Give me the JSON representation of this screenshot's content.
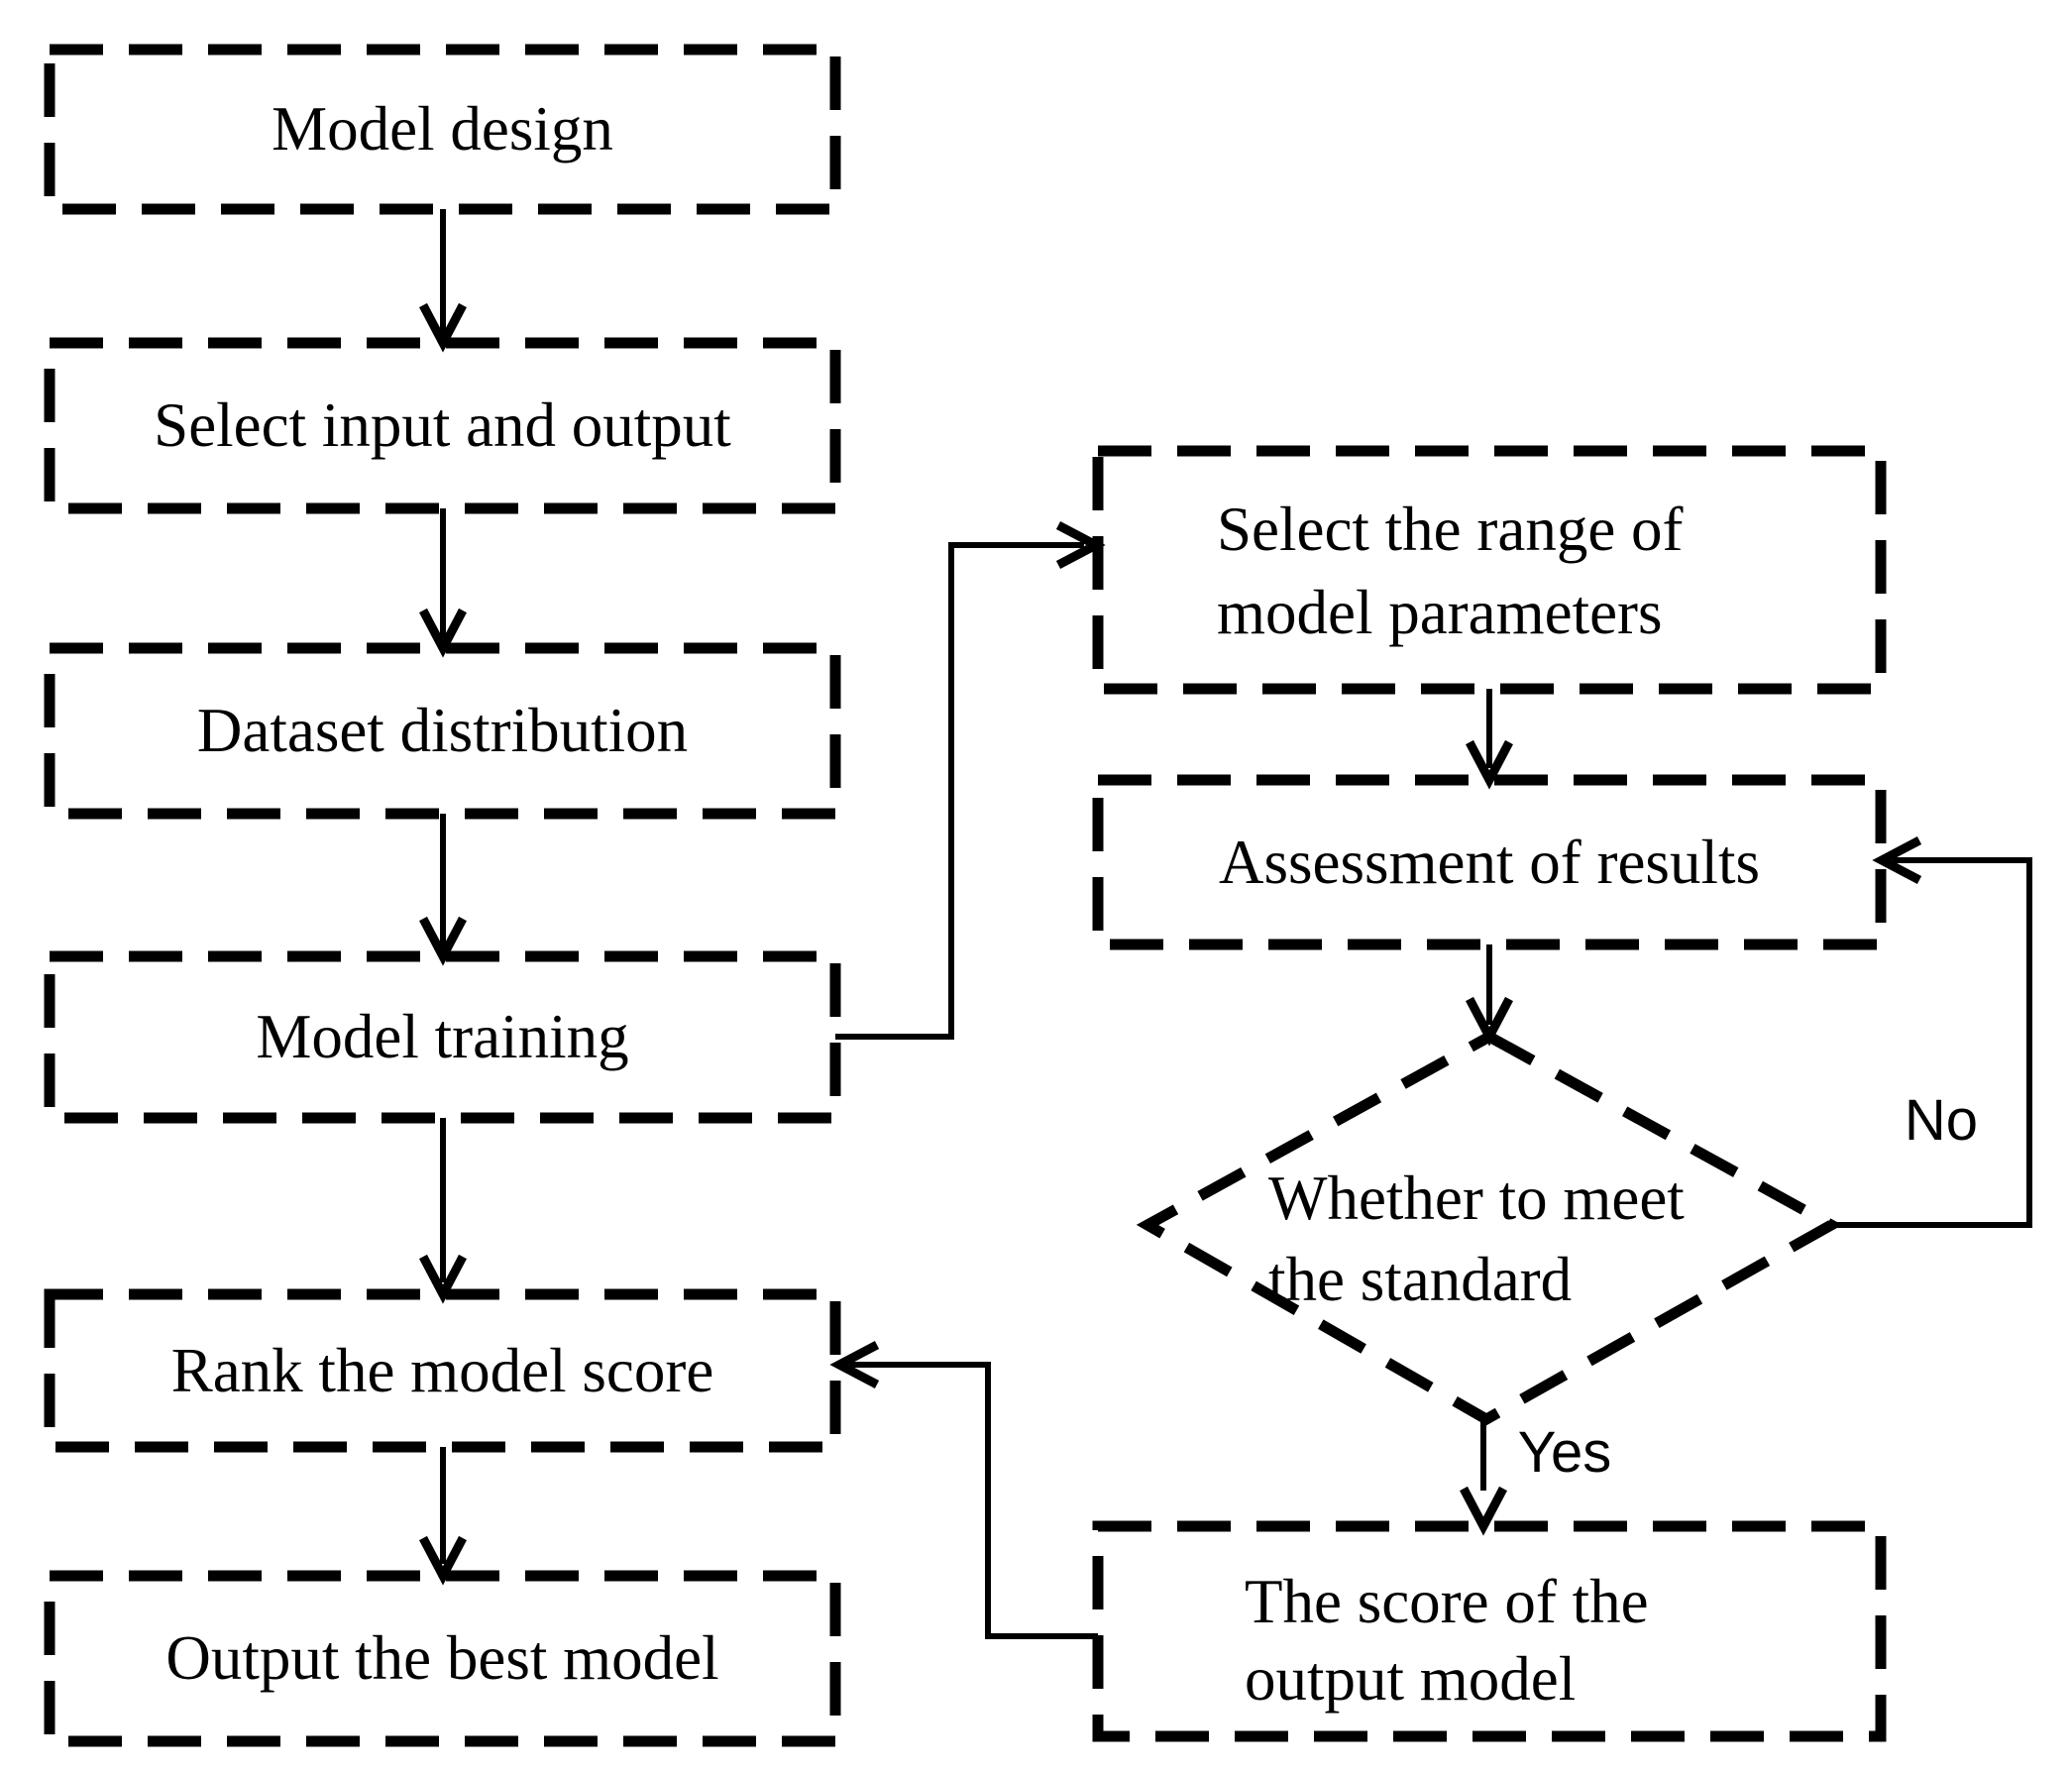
{
  "figure": {
    "background": "#ffffff",
    "line_color": "#000000",
    "nodes": {
      "model_design": {
        "label": "Model design"
      },
      "select_input_output": {
        "label": "Select input and output"
      },
      "dataset_distribution": {
        "label": "Dataset distribution"
      },
      "model_training": {
        "label": "Model training"
      },
      "rank_model_score": {
        "label": "Rank the model score"
      },
      "output_best_model": {
        "label": "Output the best model"
      },
      "select_range": {
        "line1": "Select the range of",
        "line2": "model parameters"
      },
      "assessment": {
        "label": "Assessment of results"
      },
      "decision": {
        "line1": "Whether to meet",
        "line2": "the standard"
      },
      "score_output": {
        "line1": "The score of the",
        "line2": "output model"
      }
    },
    "edge_labels": {
      "no": "No",
      "yes": "Yes"
    }
  }
}
